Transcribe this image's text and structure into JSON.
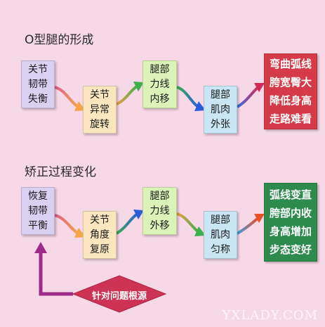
{
  "section1": {
    "title": "O型腿的形成",
    "steps": [
      [
        "关节",
        "韧带",
        "失衡"
      ],
      [
        "关节",
        "异常",
        "旋转"
      ],
      [
        "腿部",
        "力线",
        "内移"
      ],
      [
        "腿部",
        "肌肉",
        "外张"
      ]
    ],
    "result": [
      "弯曲弧线",
      "胯宽臀大",
      "降低身高",
      "走路难看"
    ]
  },
  "section2": {
    "title": "矫正过程变化",
    "steps": [
      [
        "恢复",
        "韧带",
        "平衡"
      ],
      [
        "关节",
        "角度",
        "复原"
      ],
      [
        "腿部",
        "力线",
        "外移"
      ],
      [
        "腿部",
        "肌肉",
        "匀称"
      ]
    ],
    "result": [
      "弧线变直",
      "胯部内收",
      "身高增加",
      "步态变好"
    ],
    "root_label": "针对问题根源"
  },
  "watermark": "YXLADY.COM",
  "colors": {
    "background": "#f7d8e6",
    "step1": "#d9d0f2",
    "step2": "#fbe6bf",
    "step3": "#dbf2b8",
    "step4": "#c8e6f4",
    "result1": "#d43a48",
    "result2": "#2e8b4e",
    "root": "#cc3355"
  }
}
